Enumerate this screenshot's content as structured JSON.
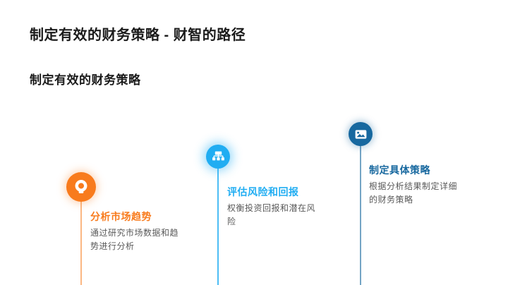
{
  "slide": {
    "title": "制定有效的财务策略 - 财智的路径",
    "subtitle": "制定有效的财务策略"
  },
  "timeline": {
    "steps": [
      {
        "heading": "分析市场趋势",
        "description": "通过研究市场数据和趋势进行分析",
        "color": "#F87B1D",
        "icon": "target-icon"
      },
      {
        "heading": "评估风险和回报",
        "description": "权衡投资回报和潜在风险",
        "color": "#20ADF2",
        "icon": "sitemap-icon"
      },
      {
        "heading": "制定具体策略",
        "description": "根据分析结果制定详细的财务策略",
        "color": "#17689F",
        "icon": "image-icon"
      }
    ]
  }
}
